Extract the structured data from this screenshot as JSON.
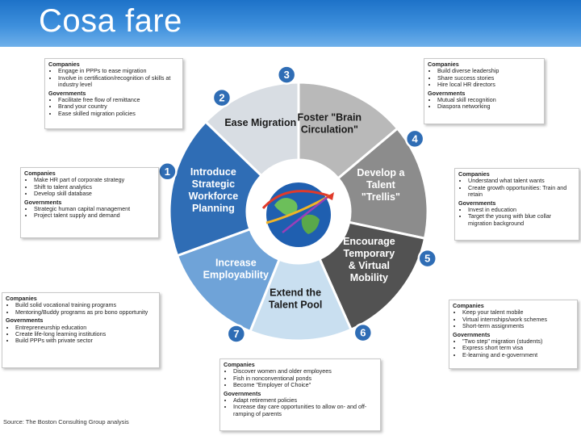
{
  "title": "Cosa fare",
  "segments": [
    {
      "num": "1",
      "label": "Introduce\nStrategic\nWorkforce\nPlanning",
      "color": "#2f6db5"
    },
    {
      "num": "2",
      "label": "Ease Migration",
      "color": "#d8dde3"
    },
    {
      "num": "3",
      "label": "Foster \"Brain\nCirculation\"",
      "color": "#b9b9b9"
    },
    {
      "num": "4",
      "label": "Develop a\nTalent\n\"Trellis\"",
      "color": "#8c8c8c"
    },
    {
      "num": "5",
      "label": "Encourage\nTemporary\n& Virtual\nMobility",
      "color": "#525252"
    },
    {
      "num": "6",
      "label": "Extend the\nTalent Pool",
      "color": "#c9dff0"
    },
    {
      "num": "7",
      "label": "Increase\nEmployability",
      "color": "#6fa3d8"
    }
  ],
  "boxes": [
    {
      "id": "1",
      "companies_label": "Companies",
      "companies": [
        "Make HR part of corporate strategy",
        "Shift to talent analytics",
        "Develop skill database"
      ],
      "governments_label": "Governments",
      "governments": [
        "Strategic human capital management",
        "Project talent supply and demand"
      ]
    },
    {
      "id": "2",
      "companies_label": "Companies",
      "companies": [
        "Engage in PPPs to ease migration",
        "Involve in certification/recognition of skills at industry level"
      ],
      "governments_label": "Governments",
      "governments": [
        "Facilitate free flow of remittance",
        "Brand your country",
        "Ease skilled migration policies"
      ]
    },
    {
      "id": "3",
      "companies_label": "Companies",
      "companies": [
        "Build diverse leadership",
        "Share success stories",
        "Hire local HR directors"
      ],
      "governments_label": "Governments",
      "governments": [
        "Mutual skill recognition",
        "Diaspora networking"
      ]
    },
    {
      "id": "4",
      "companies_label": "Companies",
      "companies": [
        "Understand what talent wants",
        "Create growth opportunities: Train and retain"
      ],
      "governments_label": "Governments",
      "governments": [
        "Invest in education",
        "Target the young with blue collar migration background"
      ]
    },
    {
      "id": "5",
      "companies_label": "Companies",
      "companies": [
        "Keep your talent mobile",
        "Virtual internships/work schemes",
        "Short-term assignments"
      ],
      "governments_label": "Governments",
      "governments": [
        "\"Two step\" migration (students)",
        "Express short term visa",
        "E-learning and e-government"
      ]
    },
    {
      "id": "6",
      "companies_label": "Companies",
      "companies": [
        "Discover women and older employees",
        "Fish in nonconventional ponds",
        "Become \"Employer of Choice\""
      ],
      "governments_label": "Governments",
      "governments": [
        "Adapt retirement policies",
        "Increase day care opportunities to allow on- and off-ramping of parents"
      ]
    },
    {
      "id": "7",
      "companies_label": "Companies",
      "companies": [
        "Build solid vocational training programs",
        "Mentoring/Buddy programs as pro bono opportunity"
      ],
      "governments_label": "Governments",
      "governments": [
        "Entrepreneurship education",
        "Create life-long learning institutions",
        "Build PPPs with private sector"
      ]
    }
  ],
  "source": "Source: The Boston Consulting Group analysis"
}
